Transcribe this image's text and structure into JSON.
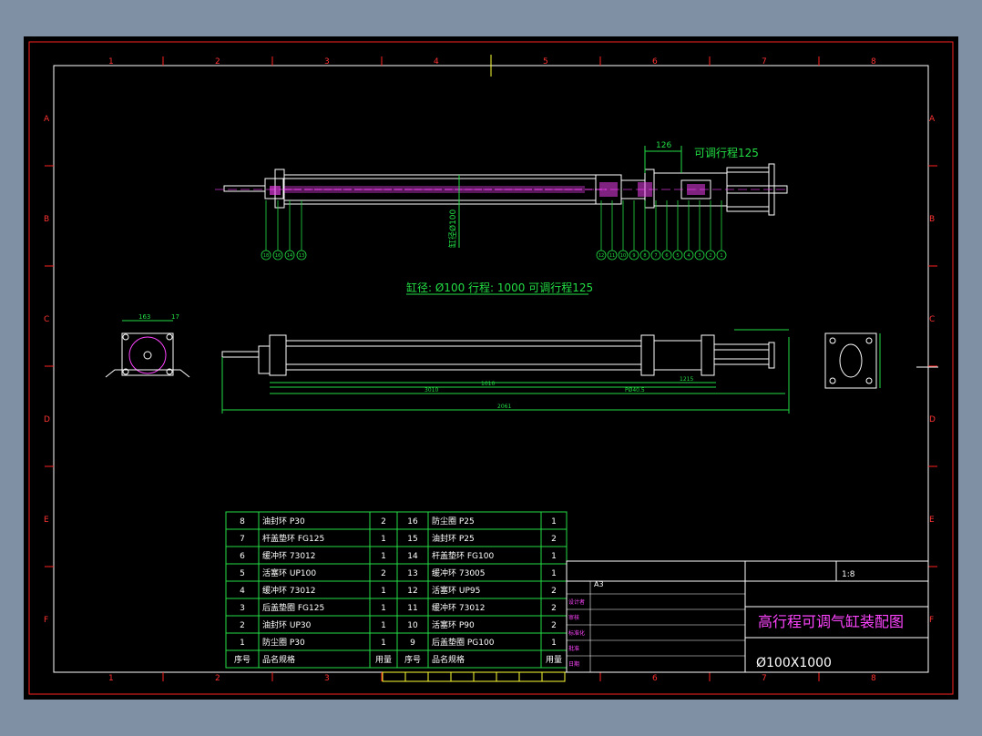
{
  "zones": {
    "columns": [
      "1",
      "2",
      "3",
      "4",
      "5",
      "6",
      "7",
      "8"
    ],
    "rows": [
      "A",
      "B",
      "C",
      "D",
      "E",
      "F"
    ]
  },
  "top_view": {
    "dim_stroke": "126",
    "adjustable_label": "可调行程125",
    "bore_label": "缸径Ø100",
    "callouts_left": [
      "18",
      "16",
      "14",
      "13"
    ],
    "callouts_right": [
      "12",
      "11",
      "10",
      "9",
      "8",
      "7",
      "6",
      "5",
      "4",
      "3",
      "2",
      "1"
    ]
  },
  "summary_line": "缸径: Ø100  行程: 1000  可调行程125",
  "side_view": {
    "end_dims": [
      "163",
      "17"
    ],
    "dims": [
      "1215",
      "1010",
      "3010",
      "PØ40.5",
      "2061"
    ]
  },
  "parts_table": {
    "left": [
      {
        "no": "8",
        "name": "油封环 P30",
        "qty": "2"
      },
      {
        "no": "7",
        "name": "杆盖垫环 FG125",
        "qty": "1"
      },
      {
        "no": "6",
        "name": "缓冲环 73012",
        "qty": "1"
      },
      {
        "no": "5",
        "name": "活塞环 UP100",
        "qty": "2"
      },
      {
        "no": "4",
        "name": "缓冲环 73012",
        "qty": "1"
      },
      {
        "no": "3",
        "name": "后盖垫圈 FG125",
        "qty": "1"
      },
      {
        "no": "2",
        "name": "油封环 UP30",
        "qty": "1"
      },
      {
        "no": "1",
        "name": "防尘圈 P30",
        "qty": "1"
      }
    ],
    "right": [
      {
        "no": "16",
        "name": "防尘圈 P25",
        "qty": "1"
      },
      {
        "no": "15",
        "name": "油封环 P25",
        "qty": "2"
      },
      {
        "no": "14",
        "name": "杆盖垫环 FG100",
        "qty": "1"
      },
      {
        "no": "13",
        "name": "缓冲环 73005",
        "qty": "1"
      },
      {
        "no": "12",
        "name": "活塞环 UP95",
        "qty": "2"
      },
      {
        "no": "11",
        "name": "缓冲环 73012",
        "qty": "2"
      },
      {
        "no": "10",
        "name": "活塞环 P90",
        "qty": "2"
      },
      {
        "no": "9",
        "name": "后盖垫圈 PG100",
        "qty": "1"
      }
    ],
    "headers": {
      "no": "序号",
      "name": "品名规格",
      "qty": "用量"
    }
  },
  "title_block": {
    "drawing_title": "高行程可调气缸装配图",
    "model": "Ø100X1000",
    "scale_value": "1:8",
    "material": "A3",
    "field_labels": [
      "设计者",
      "审核",
      "标准化",
      "批准",
      "日期"
    ]
  },
  "colors": {
    "frame": "#ff2222",
    "geometry": "#ffffff",
    "dimension": "#22dd44",
    "table": "#22dd44",
    "callout": "#22dd44",
    "hatch": "#ff44ff",
    "title": "#ff44ff"
  }
}
